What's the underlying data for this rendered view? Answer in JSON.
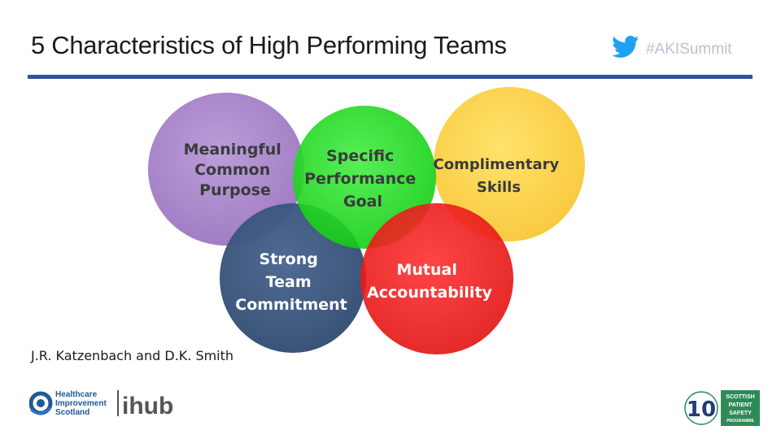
{
  "slide": {
    "title": "5 Characteristics of High Performing Teams",
    "hashtag": "#AKISummit",
    "citation": "J.R. Katzenbach and D.K. Smith"
  },
  "diagram": {
    "circles": [
      {
        "id": "meaningful-common-purpose",
        "lines": [
          "Meaningful",
          "Common",
          "Purpose"
        ],
        "color": "#a884c8"
      },
      {
        "id": "specific-performance-goal",
        "lines": [
          "Specific",
          "Performance",
          "Goal"
        ],
        "color": "#22e022"
      },
      {
        "id": "complimentary-skills",
        "lines": [
          "Complimentary",
          "Skills"
        ],
        "color": "#fcd43c"
      },
      {
        "id": "strong-team-commitment",
        "lines": [
          "Strong",
          "Team",
          "Commitment"
        ],
        "color": "#3f5a80"
      },
      {
        "id": "mutual-accountability",
        "lines": [
          "Mutual",
          "Accountability"
        ],
        "color": "#ef1c1c"
      }
    ]
  },
  "logos": {
    "his": {
      "text_lines": [
        "Healthcare",
        "Improvement",
        "Scotland"
      ],
      "ihub": "ihub",
      "icon": "his-swirl-icon"
    },
    "spsp": {
      "text_lines": [
        "SCOTTISH",
        "PATIENT",
        "SAFETY",
        "PROGRAMME"
      ],
      "number": "10",
      "icon": "spsp-badge-icon"
    }
  },
  "icons": {
    "hashtag": "twitter-bird-icon"
  },
  "colors": {
    "rule": "#2f5597",
    "twitter": "#1da1f2",
    "his_blue": "#1f5a98",
    "spsp_green": "#2e8b57"
  }
}
